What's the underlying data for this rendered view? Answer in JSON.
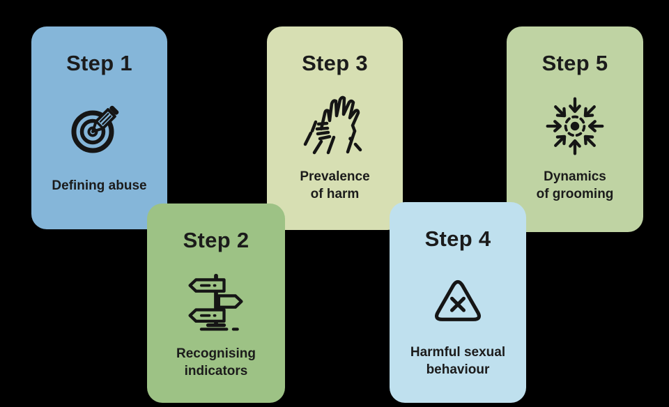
{
  "canvas": {
    "background": "#000000",
    "text_color": "#1b1b1b",
    "icon_color": "#151515"
  },
  "steps": [
    {
      "title": "Step 1",
      "label": "Defining abuse",
      "icon": "target-pencil-icon",
      "bg": "#85B6D9"
    },
    {
      "title": "Step 2",
      "label": "Recognising\nindicators",
      "icon": "signpost-icon",
      "bg": "#9DC285"
    },
    {
      "title": "Step 3",
      "label": "Prevalence\nof harm",
      "icon": "hand-grab-wrist-icon",
      "bg": "#D7DFB3"
    },
    {
      "title": "Step 4",
      "label": "Harmful sexual\nbehaviour",
      "icon": "warning-triangle-x-icon",
      "bg": "#BFE0EE"
    },
    {
      "title": "Step 5",
      "label": "Dynamics\nof grooming",
      "icon": "converging-arrows-icon",
      "bg": "#BFD3A3"
    }
  ]
}
